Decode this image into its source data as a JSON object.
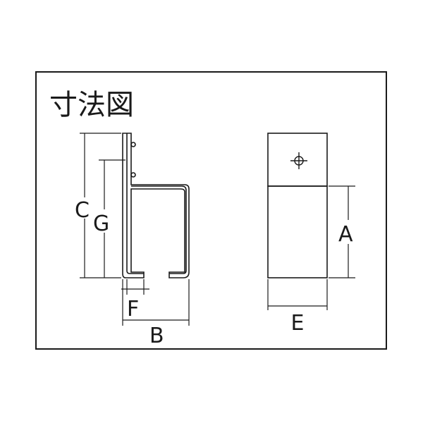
{
  "title": "寸法図",
  "labels": {
    "a": "A",
    "b": "B",
    "c": "C",
    "e": "E",
    "f": "F",
    "g": "G"
  },
  "colors": {
    "line": "#1a1a1a",
    "background": "#ffffff"
  },
  "icons": {
    "hole": "crosshair-circle-icon"
  }
}
